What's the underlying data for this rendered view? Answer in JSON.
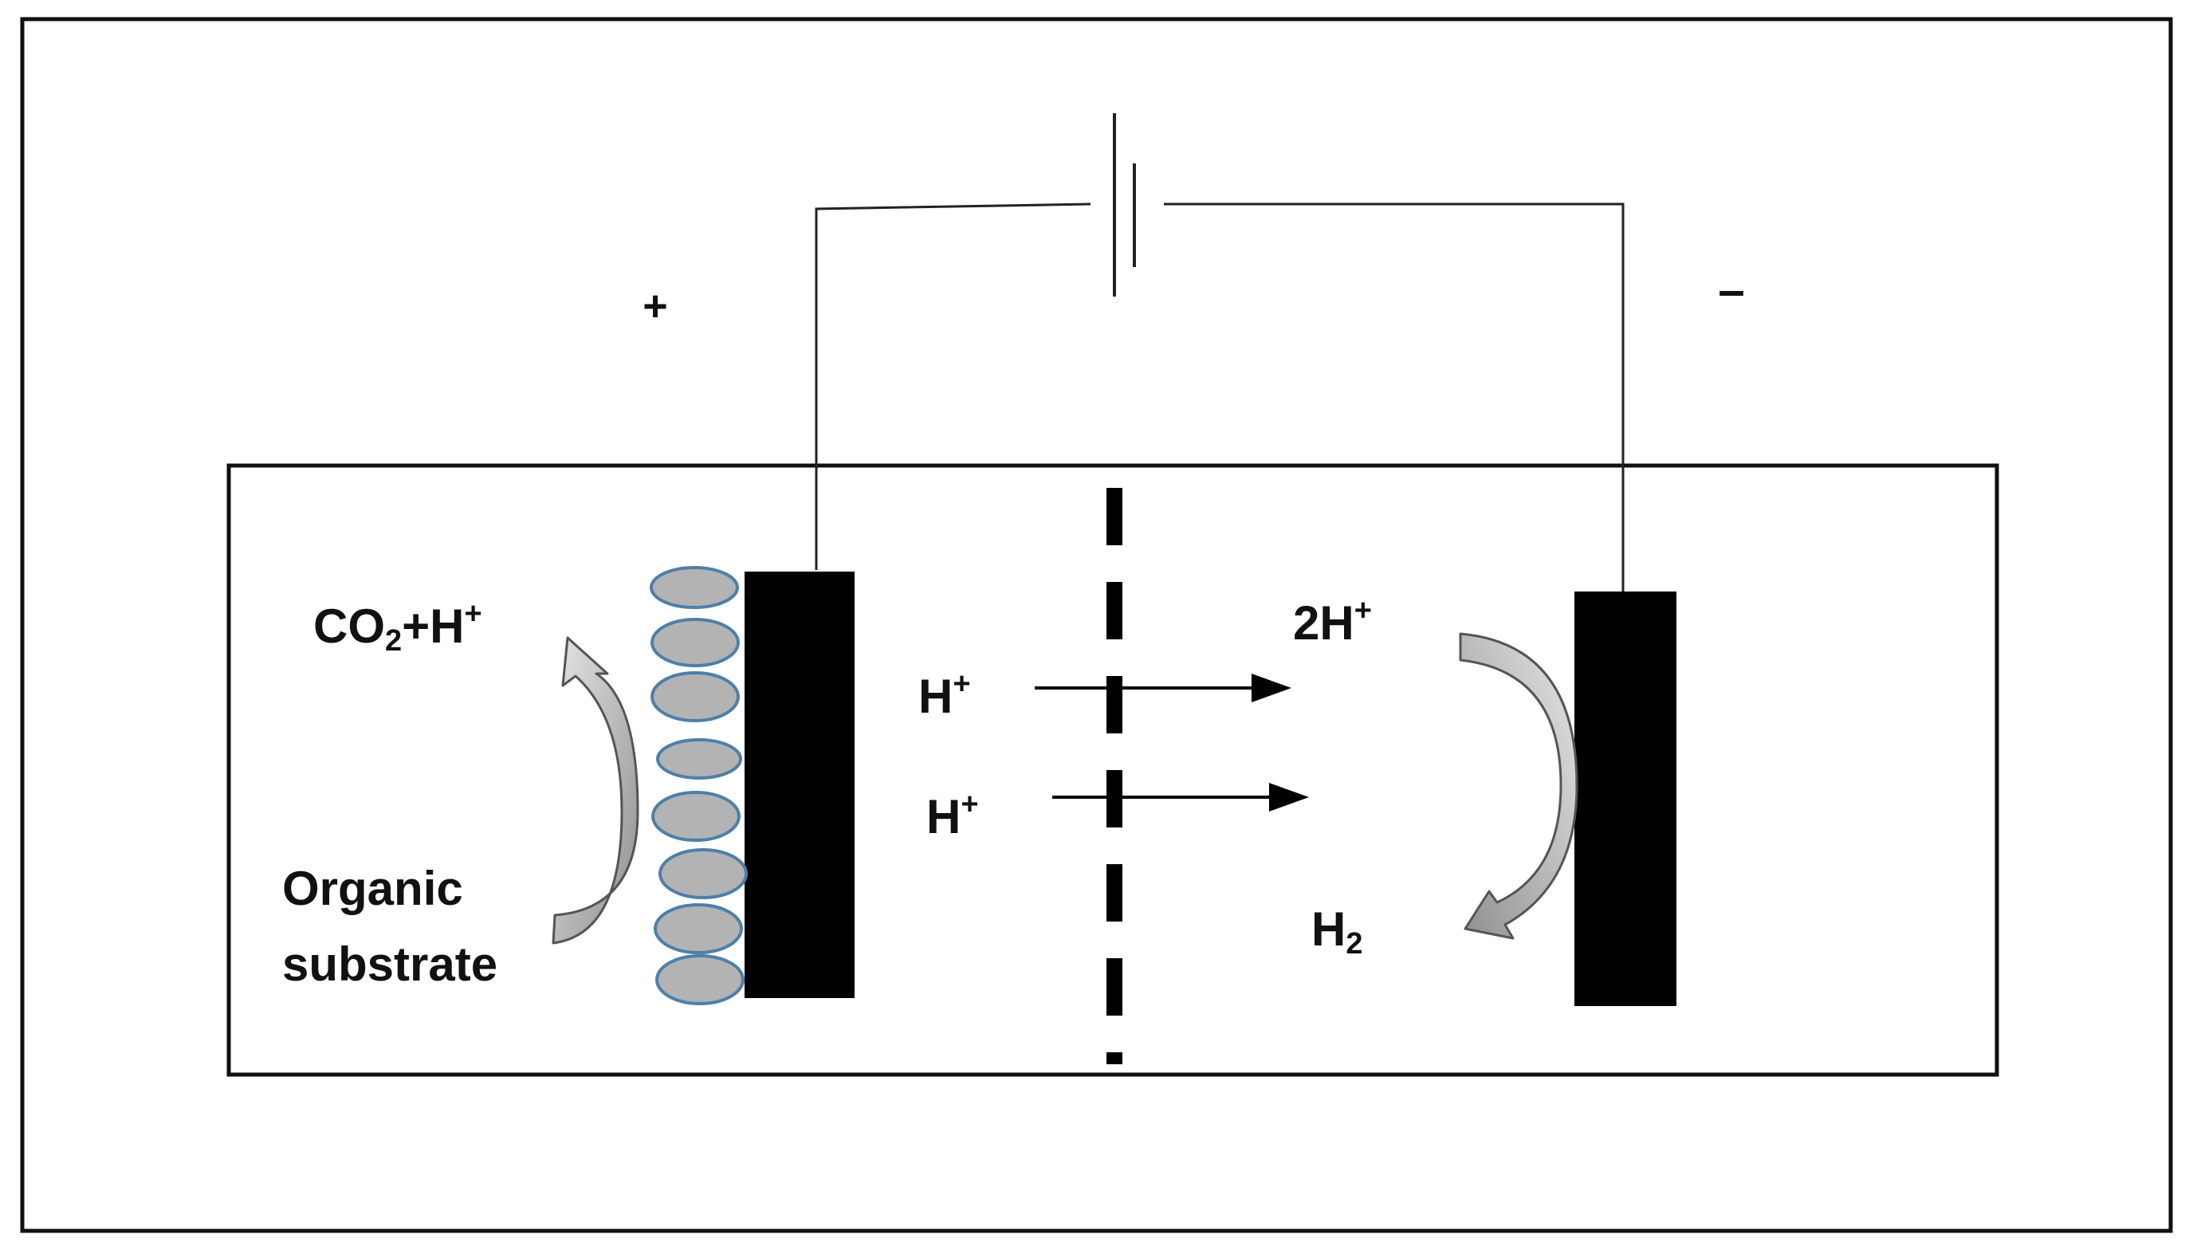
{
  "labels": {
    "plus_sign": "+",
    "minus_sign": "–",
    "anode_product_main": "CO",
    "anode_product_sub": "2",
    "anode_product_rest": "+H",
    "anode_product_sup": "+",
    "substrate_line1": "Organic",
    "substrate_line2": "substrate",
    "proton_top": "H",
    "proton_top_sup": "+",
    "proton_bottom": "H",
    "proton_bottom_sup": "+",
    "cathode_reactant": "2H",
    "cathode_reactant_sup": "+",
    "cathode_product": "H",
    "cathode_product_sub": "2"
  },
  "colors": {
    "outline": "#111111",
    "electrode": "#000000",
    "biofilm_fill": "#b3b3b3",
    "biofilm_stroke": "#4e7fa8",
    "curved_arrow_fill": "#b0b0b0",
    "curved_arrow_stroke": "#555555"
  },
  "biofilm_cell_count": 8
}
